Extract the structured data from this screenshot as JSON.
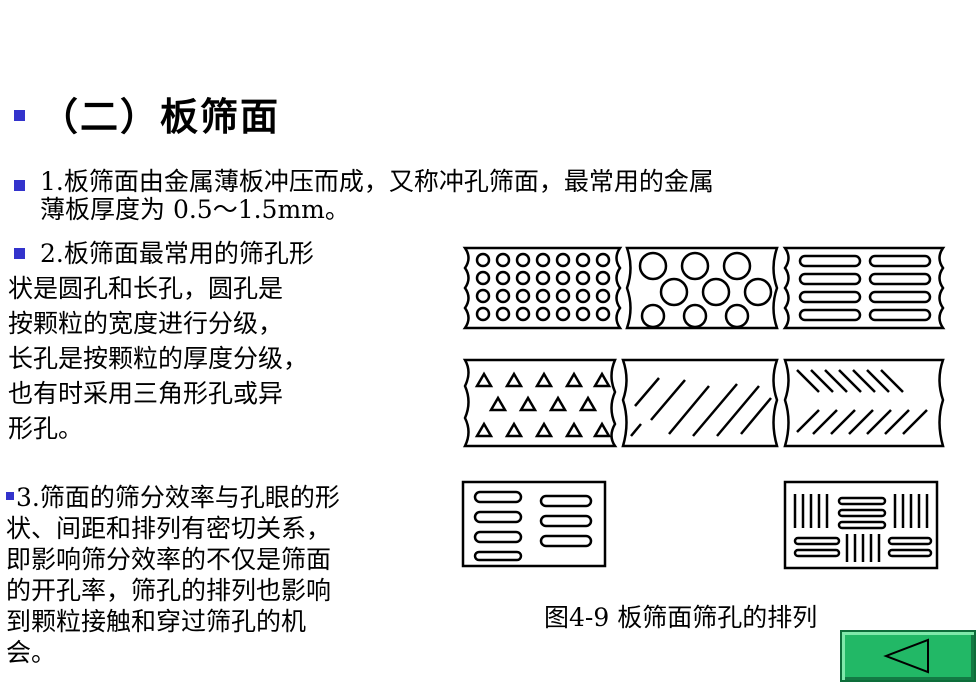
{
  "heading": {
    "title": "（二）板筛面"
  },
  "paragraph1": {
    "lines": [
      "1.板筛面由金属薄板冲压而成，又称冲孔筛面，最常用的金属",
      "薄板厚度为 0.5～1.5mm。"
    ]
  },
  "paragraph2": {
    "lines": [
      "2.板筛面最常用的筛孔形",
      "状是圆孔和长孔，圆孔是",
      "按颗粒的宽度进行分级，",
      "长孔是按颗粒的厚度分级，",
      "也有时采用三角形孔或异",
      "形孔。"
    ]
  },
  "paragraph3": {
    "lines": [
      "3.筛面的筛分效率与孔眼的形",
      "状、间距和排列有密切关系，",
      "即影响筛分效率的不仅是筛面",
      "的开孔率，筛孔的排列也影响",
      "到颗粒接触和穿过筛孔的机",
      "会。"
    ]
  },
  "figure": {
    "caption": "图4-9  板筛面筛孔的排列"
  },
  "colors": {
    "bullet": "#3333cc",
    "button": "#22b866",
    "button_border": "#0d6d3a"
  },
  "icons": {
    "back": "triangle-left-icon",
    "bullet": "square-bullet-icon"
  }
}
